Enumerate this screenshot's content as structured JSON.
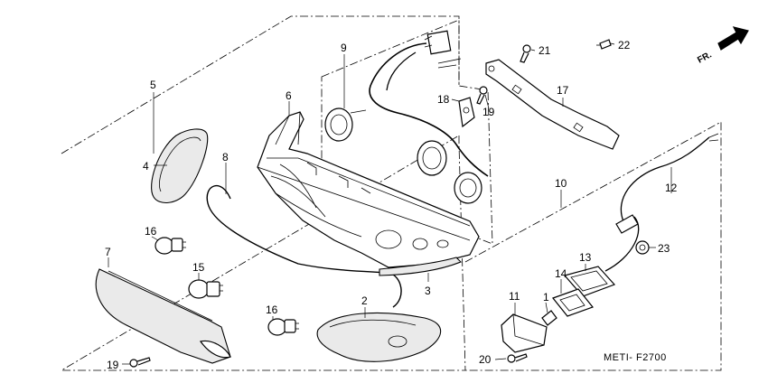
{
  "diagram": {
    "callouts": [
      {
        "id": "c2",
        "label": "2"
      },
      {
        "id": "c3",
        "label": "3"
      },
      {
        "id": "c4",
        "label": "4"
      },
      {
        "id": "c5",
        "label": "5"
      },
      {
        "id": "c6",
        "label": "6"
      },
      {
        "id": "c7",
        "label": "7"
      },
      {
        "id": "c8",
        "label": "8"
      },
      {
        "id": "c9",
        "label": "9"
      },
      {
        "id": "c10",
        "label": "10"
      },
      {
        "id": "c11",
        "label": "11"
      },
      {
        "id": "c12",
        "label": "12"
      },
      {
        "id": "c13",
        "label": "13"
      },
      {
        "id": "c14",
        "label": "14"
      },
      {
        "id": "c15",
        "label": "15"
      },
      {
        "id": "c16a",
        "label": "16"
      },
      {
        "id": "c16b",
        "label": "16"
      },
      {
        "id": "c17",
        "label": "17"
      },
      {
        "id": "c18",
        "label": "18"
      },
      {
        "id": "c19a",
        "label": "19"
      },
      {
        "id": "c19b",
        "label": "19"
      },
      {
        "id": "c20",
        "label": "20"
      },
      {
        "id": "c21",
        "label": "21"
      },
      {
        "id": "c22",
        "label": "22"
      },
      {
        "id": "c23",
        "label": "23"
      },
      {
        "id": "c1",
        "label": "1"
      }
    ],
    "direction_label": "FR.",
    "figure_code": "METI- F2700"
  }
}
